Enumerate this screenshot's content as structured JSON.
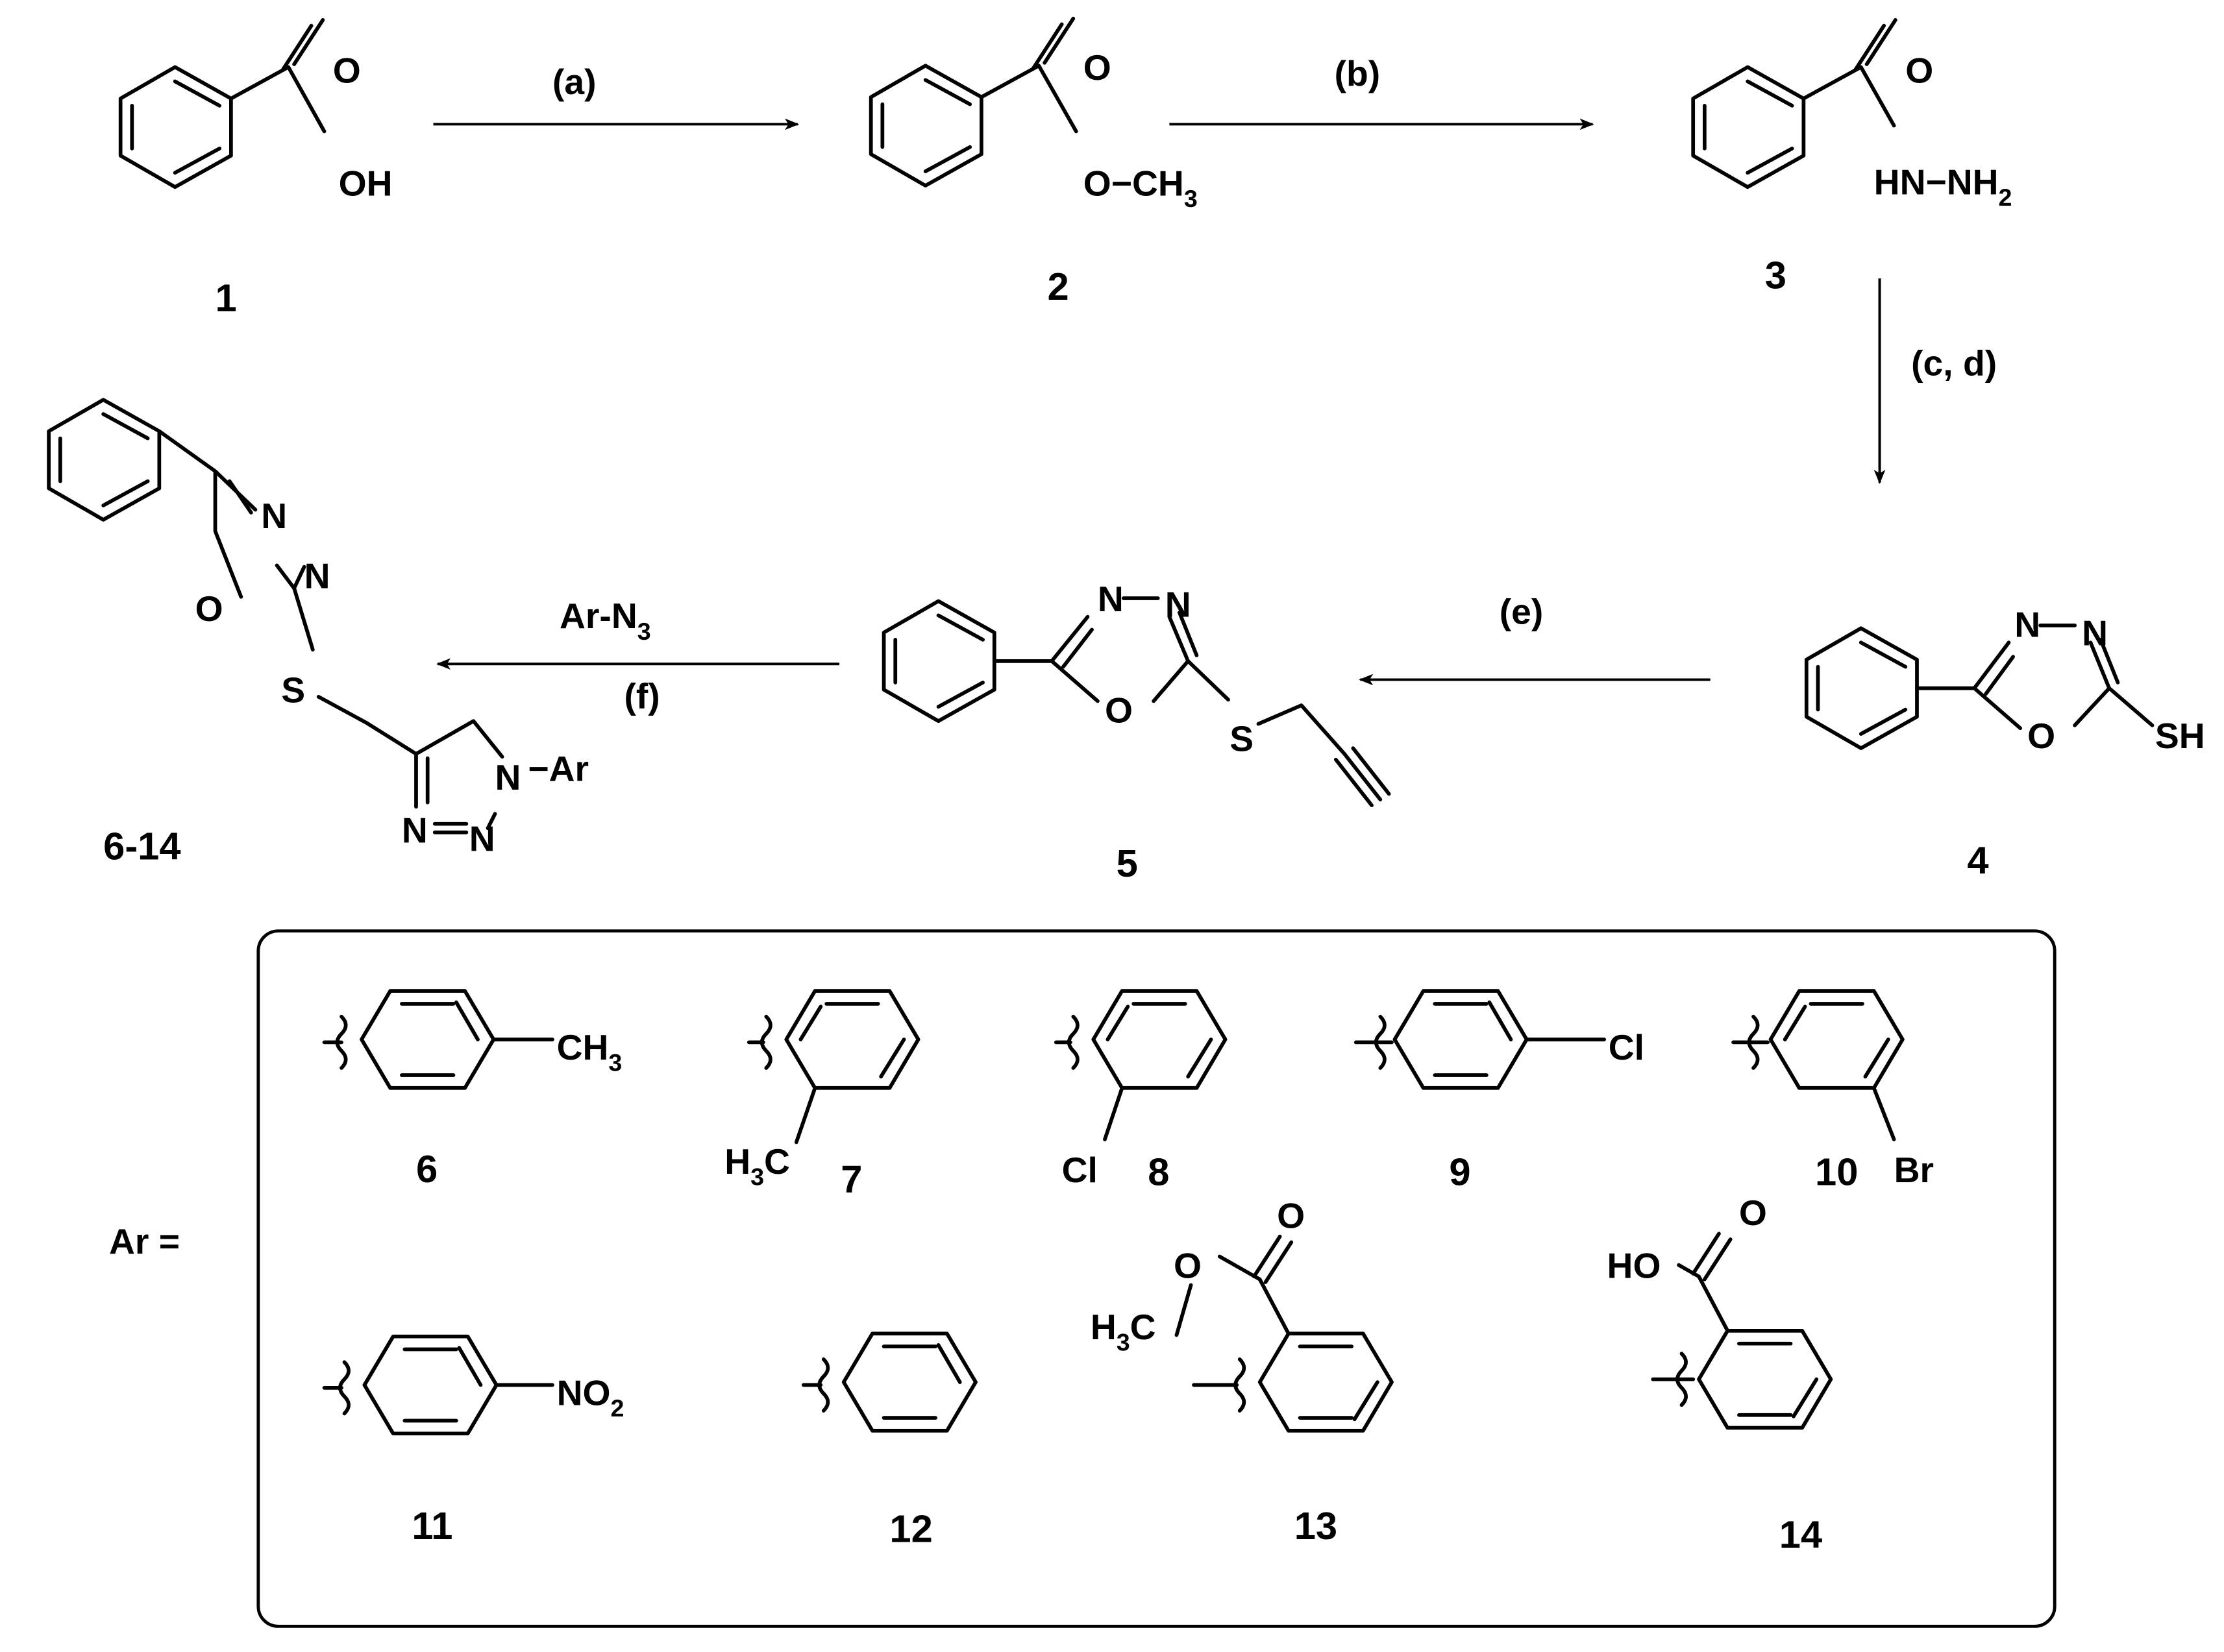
{
  "compounds": {
    "c1": {
      "number": "1",
      "o": "O",
      "oh": "OH"
    },
    "c2": {
      "number": "2",
      "o": "O",
      "ester": "O−CH",
      "ester_sub": "3"
    },
    "c3": {
      "number": "3",
      "o": "O",
      "hydrazide": "HN−NH",
      "hydrazide_sub": "2"
    },
    "c4": {
      "number": "4",
      "n1": "N",
      "n2": "N",
      "o": "O",
      "sh": "SH"
    },
    "c5": {
      "number": "5",
      "n1": "N",
      "n2": "N",
      "o": "O",
      "s": "S"
    },
    "c6_14": {
      "number": "6-14",
      "n1": "N",
      "n2": "N",
      "o": "O",
      "s": "S",
      "tn1": "N",
      "tn2": "N",
      "tn3": "N",
      "ar": "−Ar"
    }
  },
  "conditions": {
    "a": "(a)",
    "b": "(b)",
    "cd": "(c, d)",
    "e": "(e)",
    "f_reagent": "Ar-N",
    "f_reagent_sub": "3",
    "f": "(f)"
  },
  "ar_label": "Ar =",
  "substituents": [
    {
      "number": "6",
      "group": "CH",
      "group_sub": "3"
    },
    {
      "number": "7",
      "group": "H",
      "group_sub": "3",
      "group_tail": "C"
    },
    {
      "number": "8",
      "group": "Cl"
    },
    {
      "number": "9",
      "group": "Cl"
    },
    {
      "number": "10",
      "group": "Br"
    },
    {
      "number": "11",
      "group": "NO",
      "group_sub": "2"
    },
    {
      "number": "12"
    },
    {
      "number": "13",
      "o1": "O",
      "o2": "O",
      "group": "H",
      "group_sub": "3",
      "group_tail": "C"
    },
    {
      "number": "14",
      "o1": "O",
      "group": "HO"
    }
  ]
}
